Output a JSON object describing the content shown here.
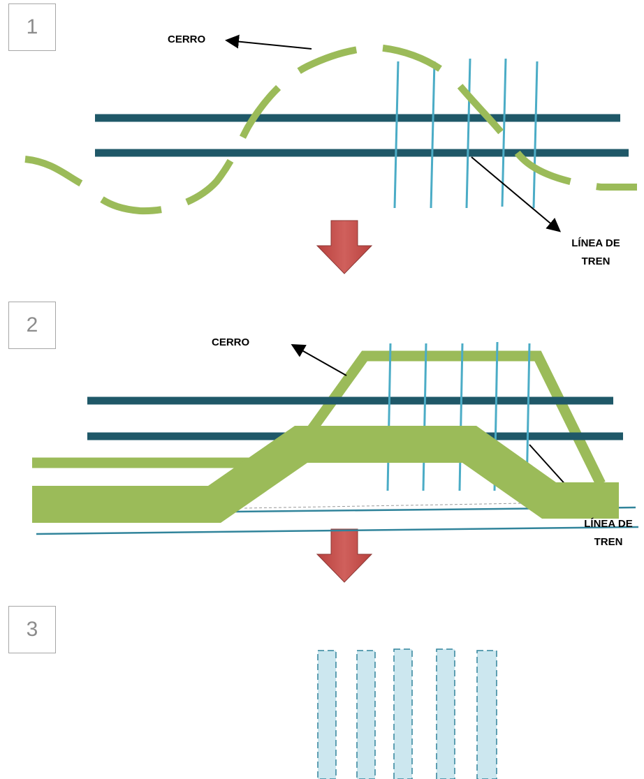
{
  "steps": [
    {
      "number": "1",
      "hill_label": "CERRO",
      "train_label_line1": "LÍNEA DE",
      "train_label_line2": "TREN"
    },
    {
      "number": "2",
      "hill_label": "CERRO",
      "train_label_line1": "LÍNEA DE",
      "train_label_line2": "TREN"
    },
    {
      "number": "3"
    }
  ],
  "colors": {
    "hill": "#9bbb59",
    "rail": "#1f5868",
    "sleeper": "#4bacc6",
    "sleeper_fill": "#b7dde8",
    "arrow": "#c0504d",
    "box_border": "#a6a6a6",
    "box_text": "#8c8c8c"
  }
}
